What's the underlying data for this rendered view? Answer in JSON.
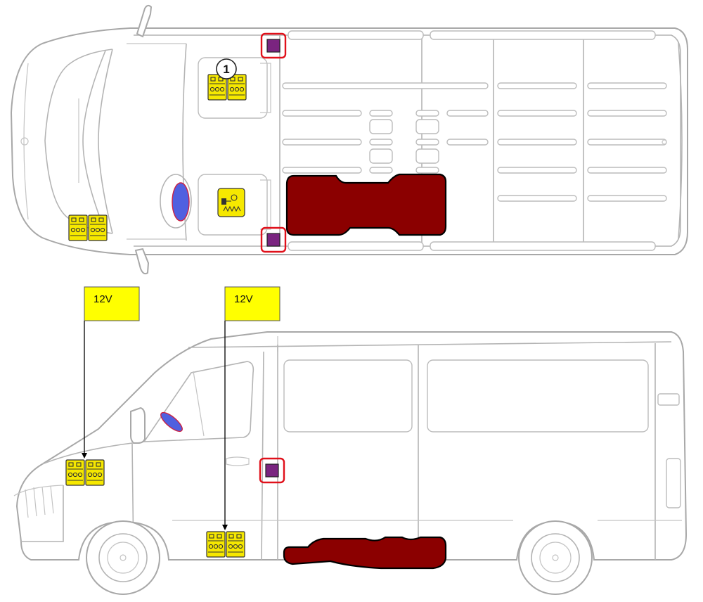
{
  "labels": {
    "battery_front_voltage": "12V",
    "battery_aux_voltage": "12V",
    "seat_marker_number": "1"
  },
  "colors": {
    "battery": "#f6e800",
    "fuel_tank": "#8b0000",
    "airbag": "#5060e0",
    "airbag_outline": "#cc2244",
    "cutoff_frame": "#e0101a",
    "cutoff_fill": "#7a2480",
    "label_background": "#ffff00",
    "vehicle_outline": "#a8a8a8"
  },
  "icons": {
    "battery": "battery-icon",
    "fuel_tank": "fuel-tank-icon",
    "airbag": "airbag-icon",
    "power_cutoff": "power-cutoff-icon",
    "airbag_control_unit": "airbag-control-unit-icon"
  }
}
